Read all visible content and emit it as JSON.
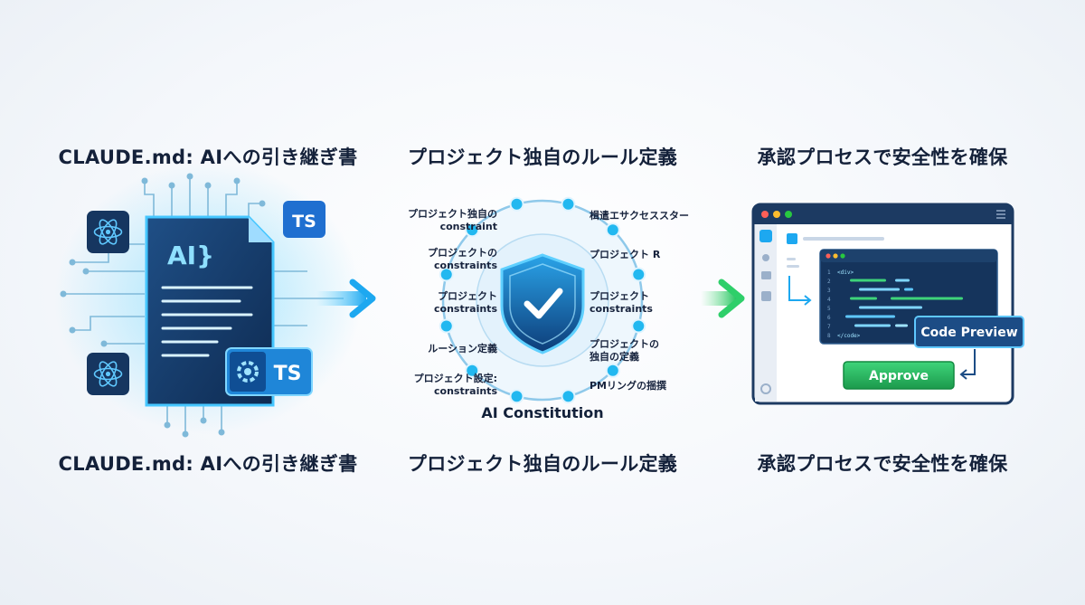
{
  "panels": [
    {
      "title_top": "CLAUDE.md: AIへの引き継ぎ書",
      "title_bottom": "CLAUDE.md: AIへの引き継ぎ書",
      "doc_label": "AI}",
      "badge_top": "TS",
      "badge_bottom": "TS"
    },
    {
      "title_top": "プロジェクト独自のルール定義",
      "title_bottom": "プロジェクト独自のルール定義",
      "caption": "AI Constitution",
      "labels_left": [
        [
          "プロジェクト独自の",
          "constraint"
        ],
        [
          "プロジェクトの",
          "constraints"
        ],
        [
          "プロジェクト",
          "constraints"
        ],
        [
          "ルーション定義"
        ],
        [
          "プロジェクト設定:",
          "constraints"
        ]
      ],
      "labels_right": [
        [
          "楫遣エサクセススター"
        ],
        [
          "プロジェクト R"
        ],
        [
          "プロジェクト",
          "constraints"
        ],
        [
          "プロジェクトの",
          "独自の定義"
        ],
        [
          "PMリングの揺撰"
        ]
      ]
    },
    {
      "title_top": "承認プロセスで安全性を確保",
      "title_bottom": "承認プロセスで安全性を確保",
      "code_lines": [
        "<div>",
        "",
        "",
        "",
        "",
        "",
        "",
        "</code>"
      ],
      "code_preview_label": "Code Preview",
      "approve_label": "Approve"
    }
  ],
  "colors": {
    "accent_blue": "#1da8f0",
    "dark_navy": "#15335a",
    "approve_green": "#22b35a",
    "arrow_green": "#2ecf6a"
  }
}
